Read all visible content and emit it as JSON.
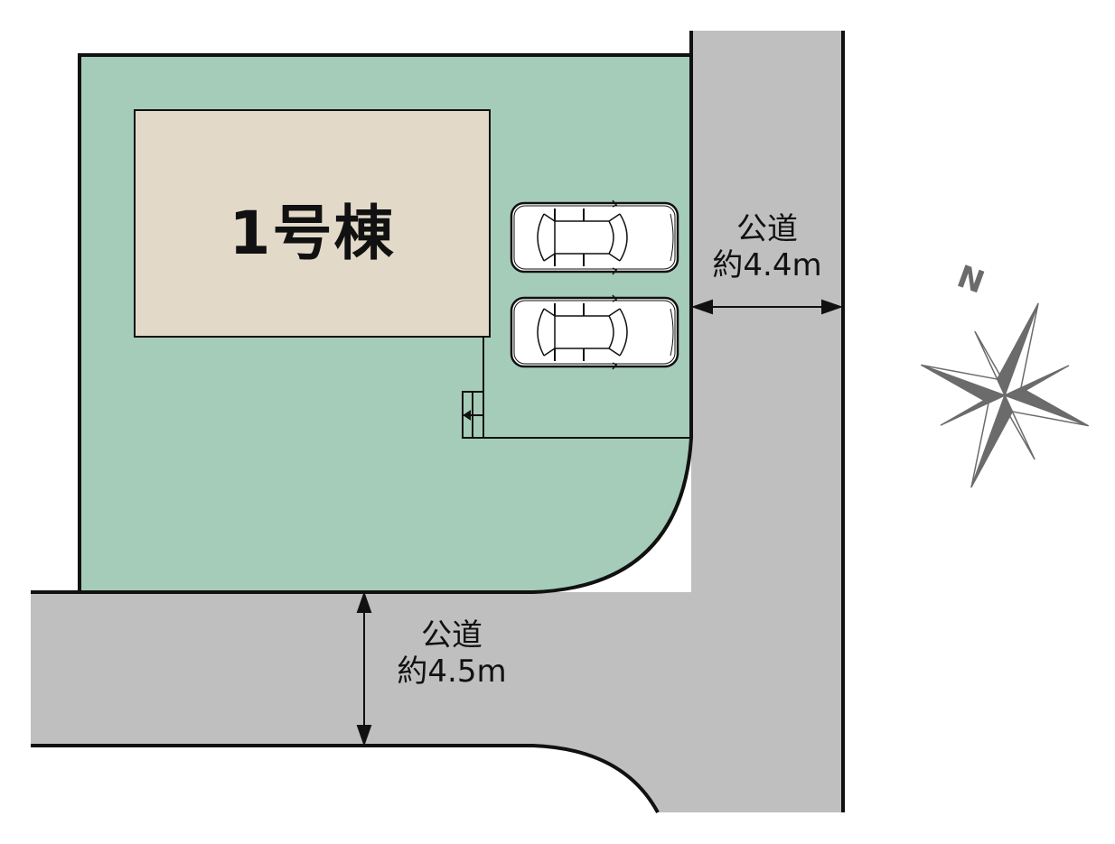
{
  "colors": {
    "lot": "#a5ccb9",
    "building": "#e2d9c8",
    "road": "#c0bfbf",
    "outline": "#111111",
    "compass": "#6b6b6b"
  },
  "building": {
    "label": "1号棟"
  },
  "parking": {
    "spaces": 2,
    "cars": [
      {
        "id": "car-1"
      },
      {
        "id": "car-2"
      }
    ]
  },
  "roads": [
    {
      "id": "east-road",
      "name": "公道",
      "width": "約4.4m"
    },
    {
      "id": "south-road",
      "name": "公道",
      "width": "約4.5m"
    }
  ],
  "compass": {
    "label": "N"
  }
}
